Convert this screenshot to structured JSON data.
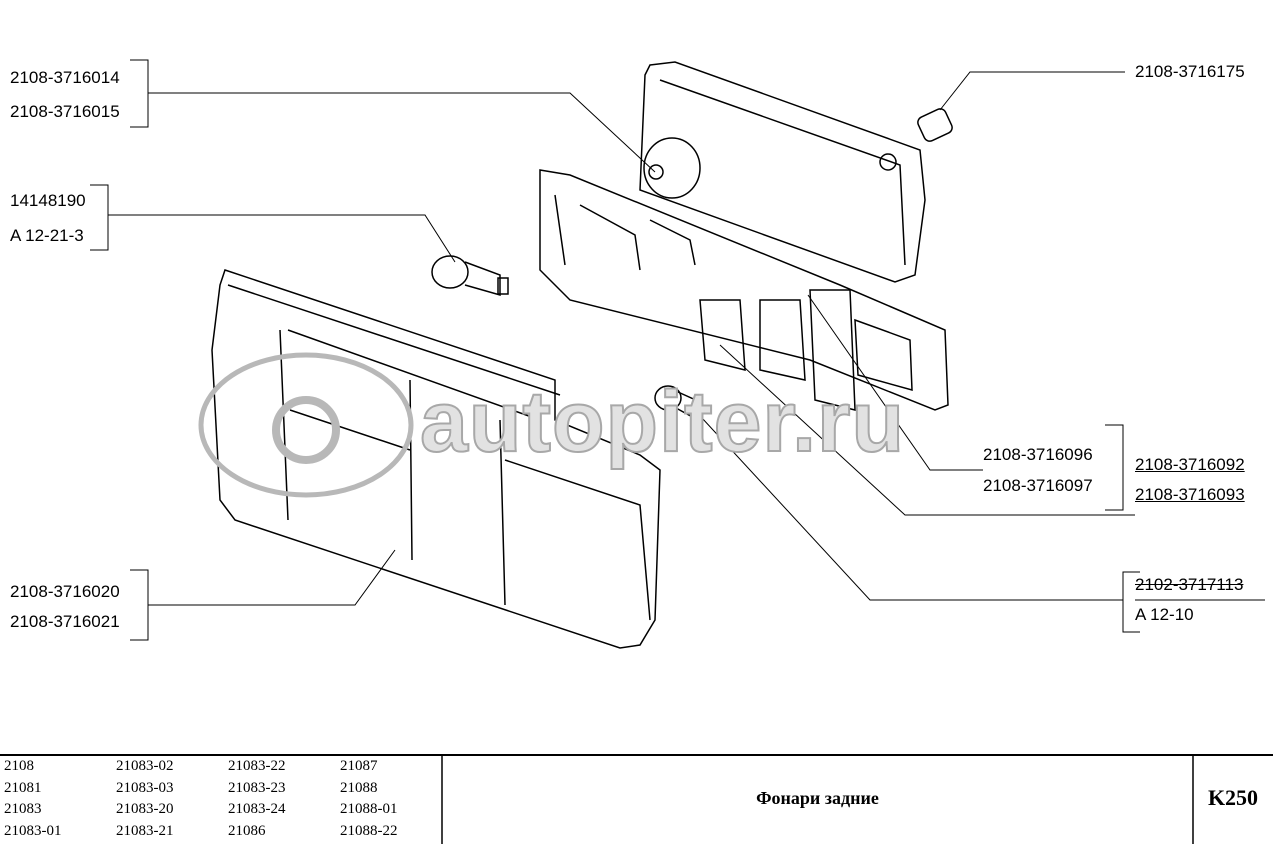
{
  "watermark": "autopiter.ru",
  "callouts": {
    "cover": [
      "2108-3716014",
      "2108-3716015"
    ],
    "bulb_large": [
      "14148190",
      "A 12-21-3"
    ],
    "bulb_small_top": [
      "2108-3716175"
    ],
    "socket_a": [
      "2108-3716096",
      "2108-3716097"
    ],
    "socket_b": [
      "2108-3716092",
      "2108-3716093"
    ],
    "bulb_small": [
      "2102-3717113",
      "A 12-10"
    ],
    "lens": [
      "2108-3716020",
      "2108-3716021"
    ]
  },
  "footer": {
    "models": [
      [
        "2108",
        "21083-02",
        "21083-22",
        "21087"
      ],
      [
        "21081",
        "21083-03",
        "21083-23",
        "21088"
      ],
      [
        "21083",
        "21083-20",
        "21083-24",
        "21088-01"
      ],
      [
        "21083-01",
        "21083-21",
        "21086",
        "21088-22"
      ]
    ],
    "title": "Фонари задние",
    "code": "K250"
  }
}
